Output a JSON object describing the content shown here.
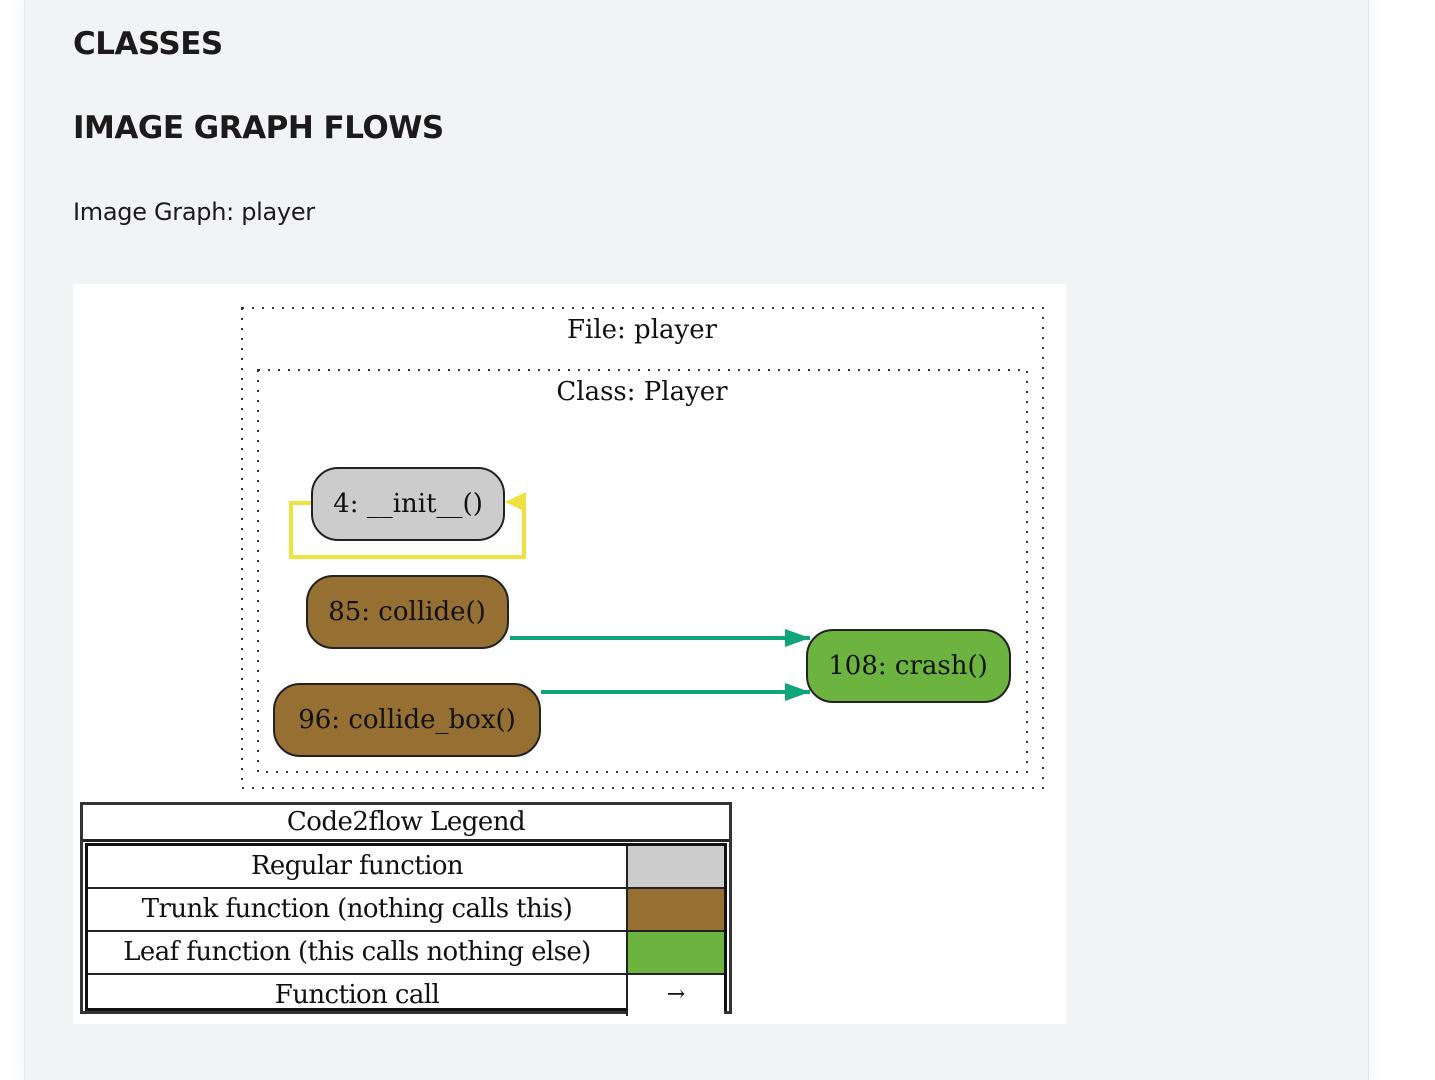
{
  "headings": {
    "classes": "CLASSES",
    "image_graph_flows": "IMAGE GRAPH FLOWS",
    "image_graph_title": "Image Graph: player"
  },
  "graph": {
    "file_cluster_label": "File: player",
    "class_cluster_label": "Class: Player",
    "nodes": [
      {
        "id": "init",
        "label": "4: __init__()",
        "kind": "regular"
      },
      {
        "id": "collide",
        "label": "85: collide()",
        "kind": "trunk"
      },
      {
        "id": "collide_box",
        "label": "96: collide_box()",
        "kind": "trunk"
      },
      {
        "id": "crash",
        "label": "108: crash()",
        "kind": "leaf"
      }
    ],
    "edges": [
      {
        "from": "init",
        "to": "init",
        "color": "#f0e040"
      },
      {
        "from": "collide",
        "to": "crash",
        "color": "#10a47a"
      },
      {
        "from": "collide_box",
        "to": "crash",
        "color": "#10a47a"
      }
    ],
    "colors": {
      "regular": "#cccccc",
      "trunk": "#966f33",
      "leaf": "#6db33f"
    }
  },
  "legend": {
    "title": "Code2flow Legend",
    "rows": [
      {
        "label": "Regular function",
        "swatch": "#cccccc",
        "symbol": ""
      },
      {
        "label": "Trunk function (nothing calls this)",
        "swatch": "#966f33",
        "symbol": ""
      },
      {
        "label": "Leaf function (this calls nothing else)",
        "swatch": "#6db33f",
        "symbol": ""
      },
      {
        "label": "Function call",
        "swatch": "#ffffff",
        "symbol": "→"
      }
    ]
  }
}
